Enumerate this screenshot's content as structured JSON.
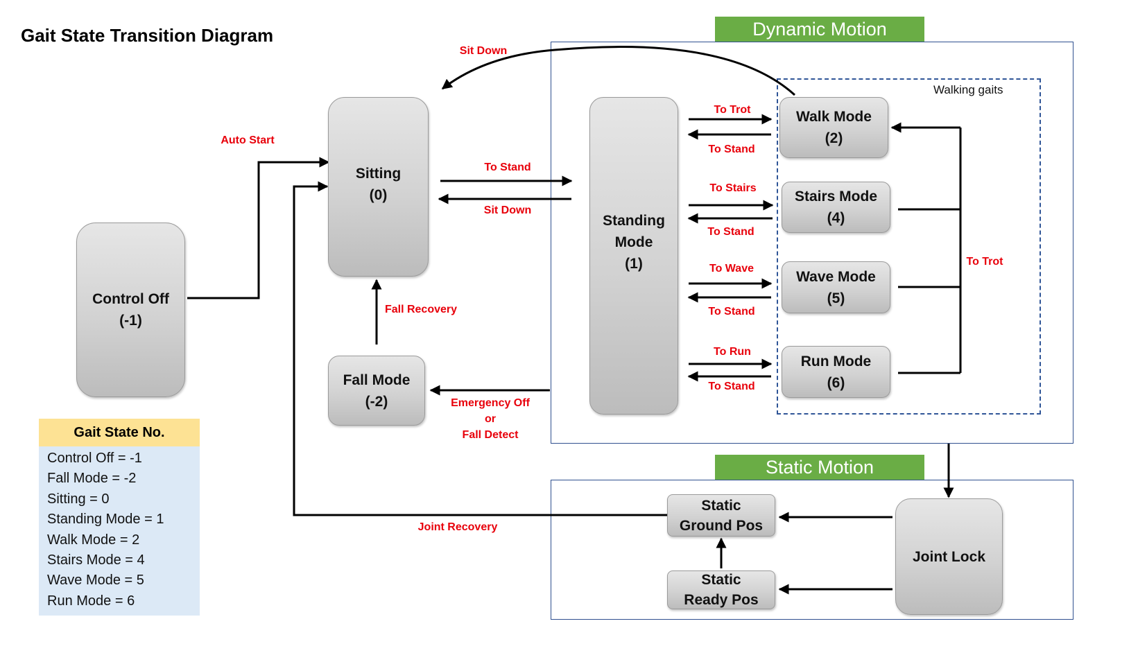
{
  "title": "Gait State Transition Diagram",
  "banners": {
    "dynamic": "Dynamic Motion",
    "static": "Static Motion"
  },
  "walking_gaits_label": "Walking gaits",
  "nodes": {
    "control_off": {
      "name": "Control Off",
      "num": "(-1)"
    },
    "sitting": {
      "name": "Sitting",
      "num": "(0)"
    },
    "fall_mode": {
      "name": "Fall Mode",
      "num": "(-2)"
    },
    "standing": {
      "name": "Standing",
      "name2": "Mode",
      "num": "(1)"
    },
    "walk": {
      "name": "Walk Mode",
      "num": "(2)"
    },
    "stairs": {
      "name": "Stairs Mode",
      "num": "(4)"
    },
    "wave": {
      "name": "Wave Mode",
      "num": "(5)"
    },
    "run": {
      "name": "Run Mode",
      "num": "(6)"
    },
    "static_ground": {
      "name": "Static",
      "name2": "Ground Pos"
    },
    "static_ready": {
      "name": "Static",
      "name2": "Ready Pos"
    },
    "joint_lock": {
      "name": "Joint Lock"
    }
  },
  "labels": {
    "sit_down_top": "Sit Down",
    "auto_start": "Auto Start",
    "to_stand_main": "To Stand",
    "sit_down_main": "Sit Down",
    "fall_recovery": "Fall Recovery",
    "emergency_off": "Emergency Off",
    "or": "or",
    "fall_detect": "Fall Detect",
    "to_trot_walk": "To Trot",
    "to_stand_walk": "To Stand",
    "to_stairs": "To Stairs",
    "to_stand_stairs": "To Stand",
    "to_wave": "To Wave",
    "to_stand_wave": "To Stand",
    "to_run": "To Run",
    "to_stand_run": "To Stand",
    "to_trot_right": "To Trot",
    "joint_recovery": "Joint Recovery"
  },
  "legend": {
    "header": "Gait State No.",
    "items": [
      "Control Off = -1",
      "Fall Mode = -2",
      "Sitting = 0",
      "Standing Mode = 1",
      "Walk Mode = 2",
      "Stairs Mode = 4",
      "Wave Mode = 5",
      "Run Mode = 6"
    ]
  },
  "colors": {
    "label_red": "#e8000b",
    "banner_green": "#6aad45",
    "frame_blue": "#2f4f8f",
    "legend_header": "#fde294",
    "legend_body": "#dce9f6"
  }
}
